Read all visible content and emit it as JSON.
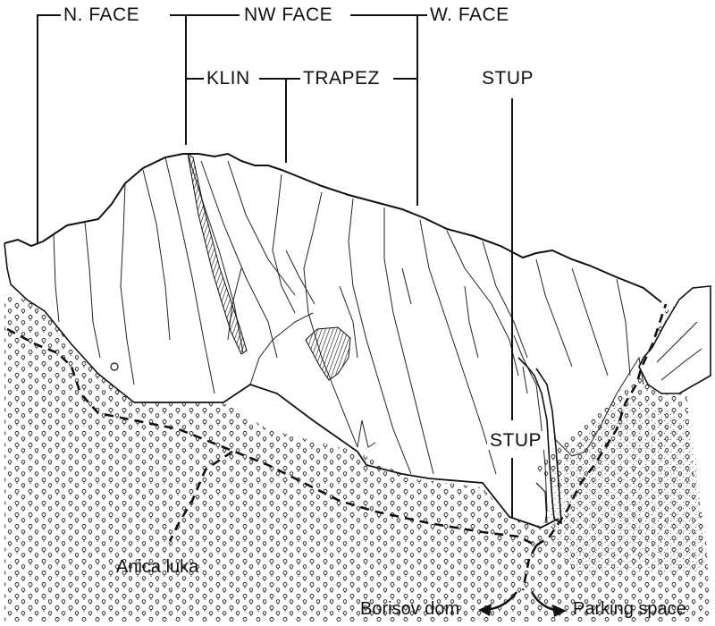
{
  "labels": {
    "n_face": "N. FACE",
    "nw_face": "NW FACE",
    "w_face": "W. FACE",
    "klin": "KLIN",
    "trapez": "TRAPEZ",
    "stup_top": "STUP",
    "stup_mid": "STUP",
    "anica_luka": "Anica luka",
    "borisov_dom": "Borisov dom",
    "parking_space": "Parking space"
  },
  "colors": {
    "ink": "#111111",
    "paper": "#ffffff"
  }
}
